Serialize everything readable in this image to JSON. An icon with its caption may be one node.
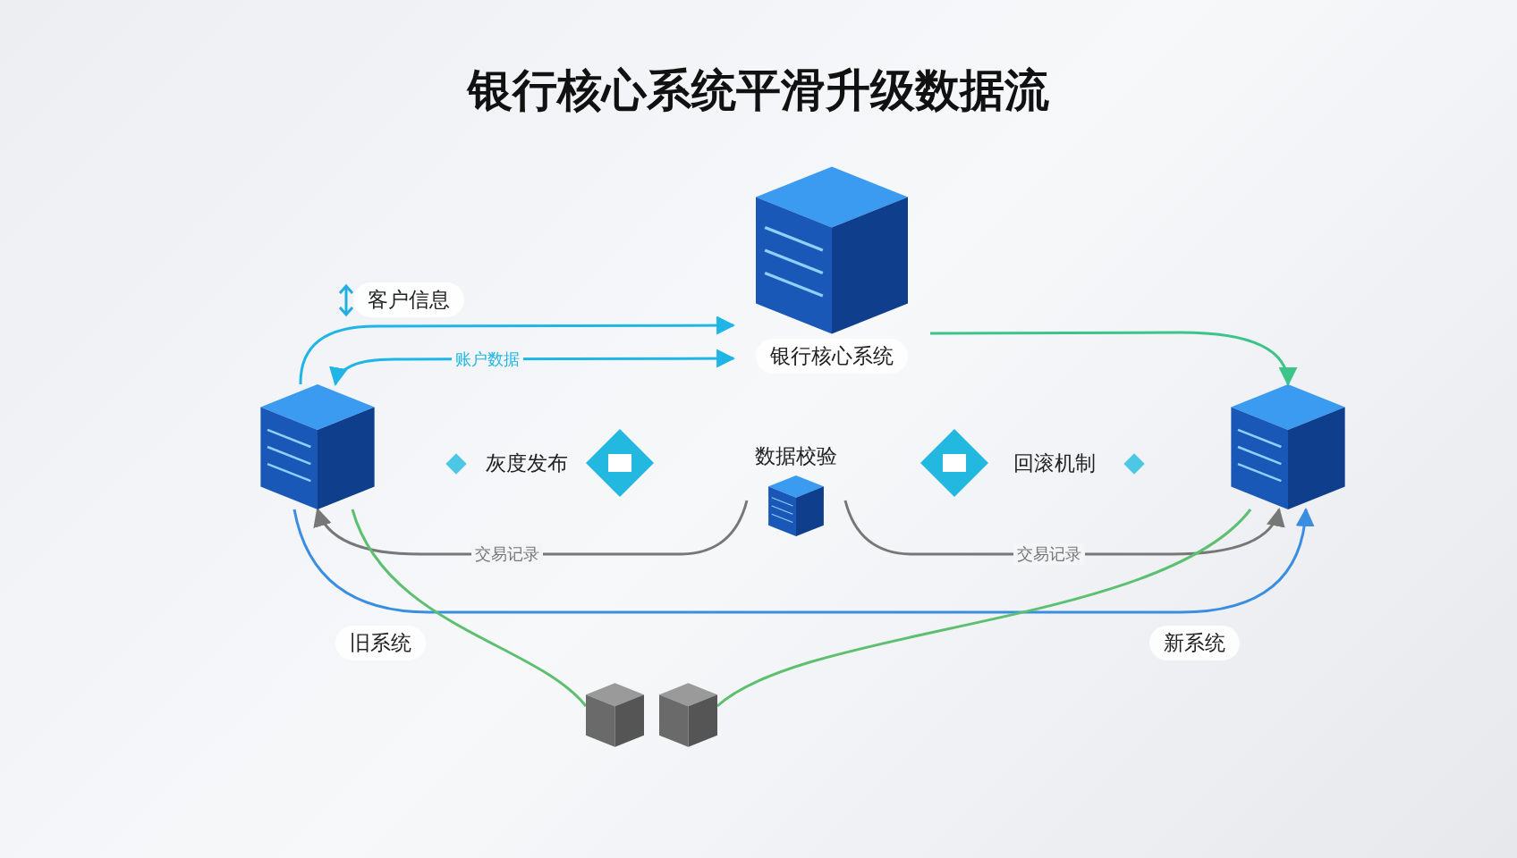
{
  "diagram": {
    "title": "银行核心系统平滑升级数据流",
    "nodes": [
      {
        "text": [
          "银行核心系统"
        ]
      },
      {
        "text": [],
        "shape": "picture"
      },
      {
        "text": [],
        "shape": "picture"
      },
      {
        "text": [
          "数据校验"
        ]
      },
      {
        "text": [],
        "shape": "box"
      },
      {
        "text": [],
        "shape": "box"
      }
    ],
    "edges": [
      {
        "from": 1,
        "to": 0,
        "arrow": "to"
      },
      {
        "from": 1,
        "to": 0,
        "arrow": "both",
        "label": "账户数据"
      },
      {
        "from": 0,
        "to": 2,
        "arrow": "to",
        "color": "#3cc48a"
      },
      {
        "from": 3,
        "to": 1,
        "arrow": "to",
        "label": "交易记录",
        "color": "#777777"
      },
      {
        "from": 3,
        "to": 2,
        "arrow": "to",
        "label": "交易记录",
        "color": "#777777"
      },
      {
        "from": 1,
        "to": 2,
        "arrow": "to",
        "color": "#3a8ee0"
      },
      {
        "from": 1,
        "to": 4,
        "arrow": "none",
        "color": "#5cc070"
      },
      {
        "from": 5,
        "to": 2,
        "arrow": "none",
        "color": "#5cc070"
      }
    ],
    "labels": [
      "客户信息",
      "灰度发布",
      "回滚机制",
      "旧系统",
      "新系统"
    ]
  }
}
